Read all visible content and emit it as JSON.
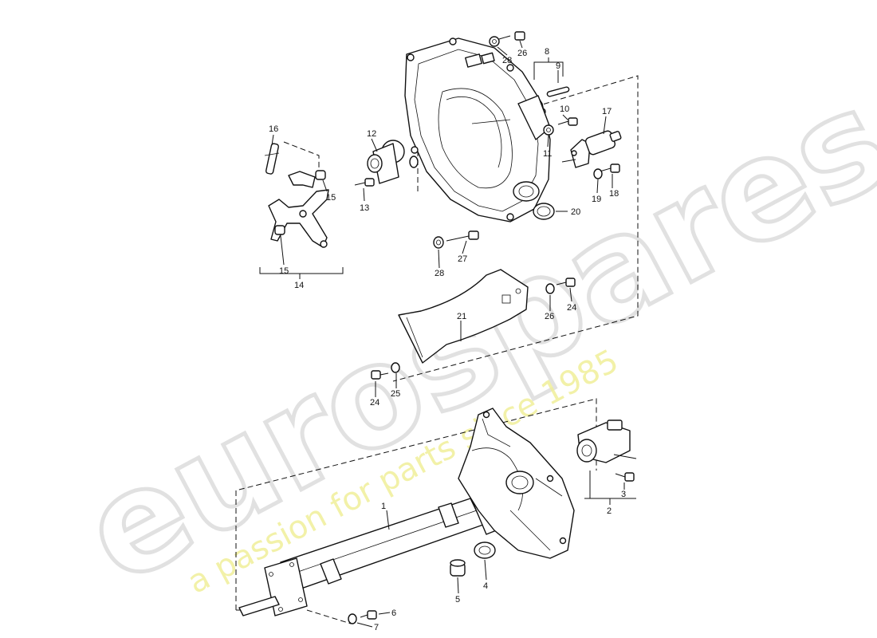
{
  "watermark": {
    "logo_text": "eurospares",
    "tagline": "a passion for parts since 1985"
  },
  "callouts": [
    {
      "id": "c1",
      "label": "1"
    },
    {
      "id": "c2",
      "label": "2"
    },
    {
      "id": "c3",
      "label": "3"
    },
    {
      "id": "c4",
      "label": "4"
    },
    {
      "id": "c5",
      "label": "5"
    },
    {
      "id": "c6",
      "label": "6"
    },
    {
      "id": "c7",
      "label": "7"
    },
    {
      "id": "c8",
      "label": "8"
    },
    {
      "id": "c9",
      "label": "9"
    },
    {
      "id": "c10",
      "label": "10"
    },
    {
      "id": "c11",
      "label": "11"
    },
    {
      "id": "c12",
      "label": "12"
    },
    {
      "id": "c13",
      "label": "13"
    },
    {
      "id": "c14",
      "label": "14"
    },
    {
      "id": "c15a",
      "label": "15"
    },
    {
      "id": "c15b",
      "label": "15"
    },
    {
      "id": "c16",
      "label": "16"
    },
    {
      "id": "c17",
      "label": "17"
    },
    {
      "id": "c18",
      "label": "18"
    },
    {
      "id": "c19",
      "label": "19"
    },
    {
      "id": "c20",
      "label": "20"
    },
    {
      "id": "c21",
      "label": "21"
    },
    {
      "id": "c24a",
      "label": "24"
    },
    {
      "id": "c24b",
      "label": "24"
    },
    {
      "id": "c25",
      "label": "25"
    },
    {
      "id": "c26a",
      "label": "26"
    },
    {
      "id": "c26b",
      "label": "26"
    },
    {
      "id": "c27",
      "label": "27"
    },
    {
      "id": "c28a",
      "label": "28"
    },
    {
      "id": "c28b",
      "label": "28"
    }
  ]
}
